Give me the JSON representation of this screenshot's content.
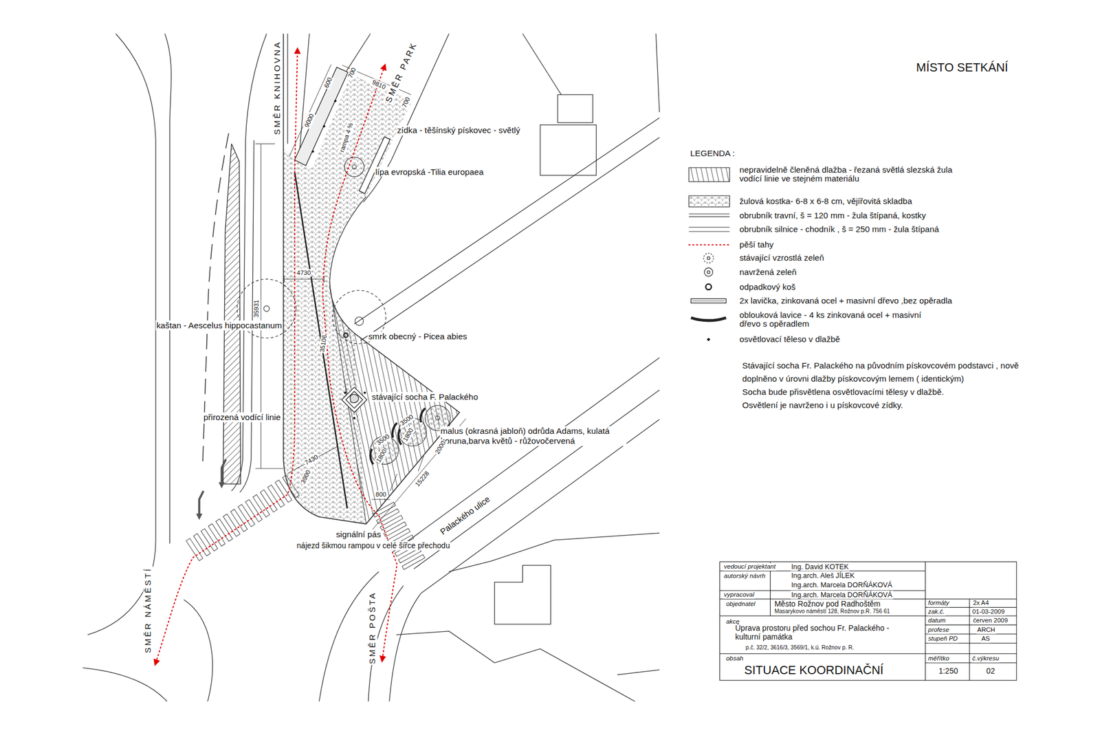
{
  "diagram": {
    "title": "MÍSTO SETKÁNÍ",
    "labels": [
      "SMĚR KNIHOVNA",
      "SMĚR PARK",
      "600",
      "700",
      "9810",
      "700",
      "9000",
      "rampa 4 %",
      "zídka - těšínský pískovec - světlý",
      "lípa evropská -Tilia europaea",
      "kaštan - Aescelus hippocastanum",
      "35931",
      "4730",
      "35106",
      "smrk obecný - Picea abies",
      "stávající socha F. Palackého",
      "přirozená vodící linie",
      "malus (okrasná jabloň) odrůda Adams, kulatá koruna,barva květů - růžovočervená",
      "3500",
      "3500",
      "1800",
      "1800",
      "2000",
      "7430",
      "3900",
      "800",
      "15228",
      "Palackého ulice",
      "signální pás",
      "nájezd šikmou rampou v celé šířce přechodu",
      "SMĚR NÁMĚSTÍ",
      "SMĚR POŠTA",
      "LEGENDA :",
      "Stávající socha Fr. Palackého na původním pískovcovém podstavci , nově doplněno v úrovni dlažby pískovcovým lemem ( identickým)",
      "Socha bude přisvětlena osvětlovacími tělesy v dlažbě.",
      "Osvětlení je navrženo i u pískovcové zídky.",
      "vedoucí projektant",
      "Ing. David KOTEK",
      "autorský návrh",
      "Ing.arch. Aleš JÍLEK",
      "Ing.arch. Marcela DORŇÁKOVÁ",
      "vypracoval",
      "Ing.arch. Marcela DORŇÁKOVÁ",
      "objednatel",
      "Město Rožnov pod Radhoštěm",
      "Masarykovo náměstí 128, Rožnov p.R. 756 61",
      "akce",
      "Úprava prostoru před sochou Fr. Palackého - kulturní památka",
      "p.č. 32/2, 3616/3, 3569/1, k.ú. Rožnov p. R.",
      "obsah",
      "SITUACE KOORDINAČNÍ",
      "formáty",
      "2x A4",
      "zak.č.",
      "01-03-2009",
      "datum",
      "červen 2009",
      "profese",
      "ARCH",
      "stupeň PD",
      "AS",
      "měřítko",
      "1:250",
      "č.výkresu",
      "02"
    ],
    "legend": [
      {
        "text": "nepravidelně členěná dlažba - řezaná světlá slezská žula vodící linie ve stejném materiálu"
      },
      {
        "text": "žulová kostka- 6-8 x 6-8 cm, vějířovitá skladba"
      },
      {
        "text": "obrubník travní, š = 120 mm - žula štípaná, kostky"
      },
      {
        "text": "obrubník silnice - chodník , š = 250 mm - žula štípaná"
      },
      {
        "text": "pěší tahy"
      },
      {
        "text": "stávající vzrostlá zeleň"
      },
      {
        "text": "navržená zeleň"
      },
      {
        "text": "odpadkový koš"
      },
      {
        "text": "2x lavička, zinkovaná ocel + masivní dřevo ,bez opěradla"
      },
      {
        "text": "oblouková lavice - 4 ks zinkovaná ocel + masivní dřevo s opěradlem"
      },
      {
        "text": "osvětlovací těleso v dlažbě"
      }
    ]
  }
}
